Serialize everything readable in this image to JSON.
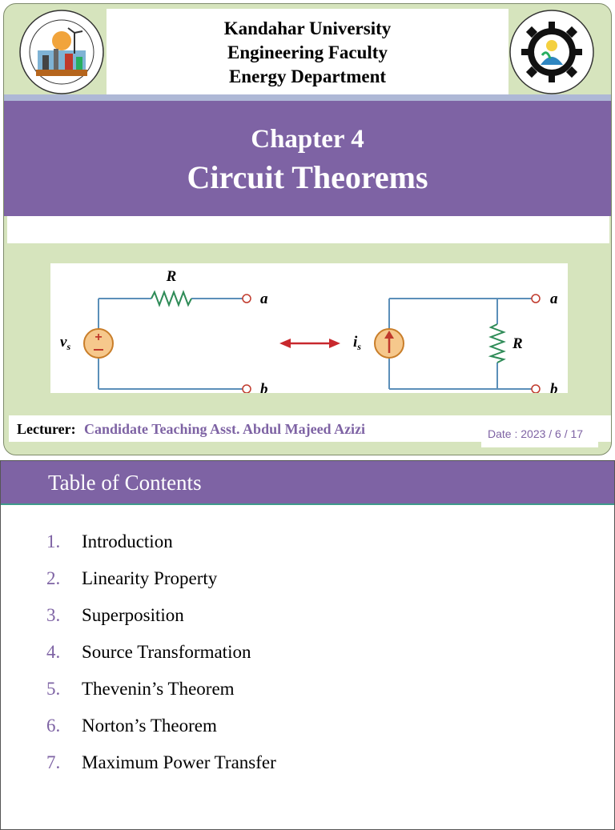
{
  "header": {
    "line1": "Kandahar University",
    "line2": "Engineering Faculty",
    "line3": "Energy Department",
    "logo_left_icon": "energy-department-seal",
    "logo_right_icon": "engineering-faculty-gear-seal"
  },
  "title_slide": {
    "chapter": "Chapter 4",
    "title": "Circuit Theorems",
    "lecturer_label": "Lecturer:",
    "lecturer_name": "Candidate Teaching Asst. Abdul Majeed Azizi",
    "date": "Date : 2023 / 6 / 17"
  },
  "circuit": {
    "left_resistor": "R",
    "left_source": "v",
    "left_source_sub": "s",
    "left_term_a": "a",
    "left_term_b": "b",
    "right_source": "i",
    "right_source_sub": "s",
    "right_resistor": "R",
    "right_term_a": "a",
    "right_term_b": "b"
  },
  "toc": {
    "title": "Table of Contents",
    "items": [
      {
        "num": "1.",
        "text": "Introduction"
      },
      {
        "num": "2.",
        "text": "Linearity Property"
      },
      {
        "num": "3.",
        "text": "Superposition"
      },
      {
        "num": "4.",
        "text": "Source Transformation"
      },
      {
        "num": "5.",
        "text": "Thevenin’s Theorem"
      },
      {
        "num": "6.",
        "text": "Norton’s Theorem"
      },
      {
        "num": "7.",
        "text": "Maximum Power Transfer"
      }
    ]
  },
  "colors": {
    "accent_purple": "#7e63a4",
    "background_green": "#d6e4bd",
    "wire_blue": "#5b8fb9",
    "source_fill": "#f6c88c",
    "resistor_green": "#2e8b57",
    "arrow_red": "#c8282d"
  }
}
